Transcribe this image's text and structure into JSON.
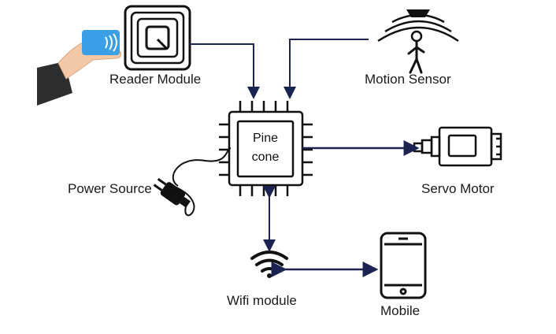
{
  "labels": {
    "reader": "Reader Module",
    "motion": "Motion Sensor",
    "servo": "Servo Motor",
    "power": "Power Source",
    "wifi": "Wifi module",
    "mobile": "Mobile",
    "chip_line1": "Pine",
    "chip_line2": "cone"
  },
  "icons": {
    "reader": "rfid-reader-icon",
    "hand_card": "hand-card-icon",
    "motion": "motion-sensor-icon",
    "chip": "microchip-icon",
    "servo": "servo-motor-icon",
    "plug": "power-plug-icon",
    "wifi": "wifi-icon",
    "mobile": "smartphone-icon"
  },
  "colors": {
    "connector": "#1b2450",
    "outline": "#111111",
    "card": "#3aa0e6",
    "skin": "#f4c8a6",
    "sleeve": "#2e2e2e"
  }
}
